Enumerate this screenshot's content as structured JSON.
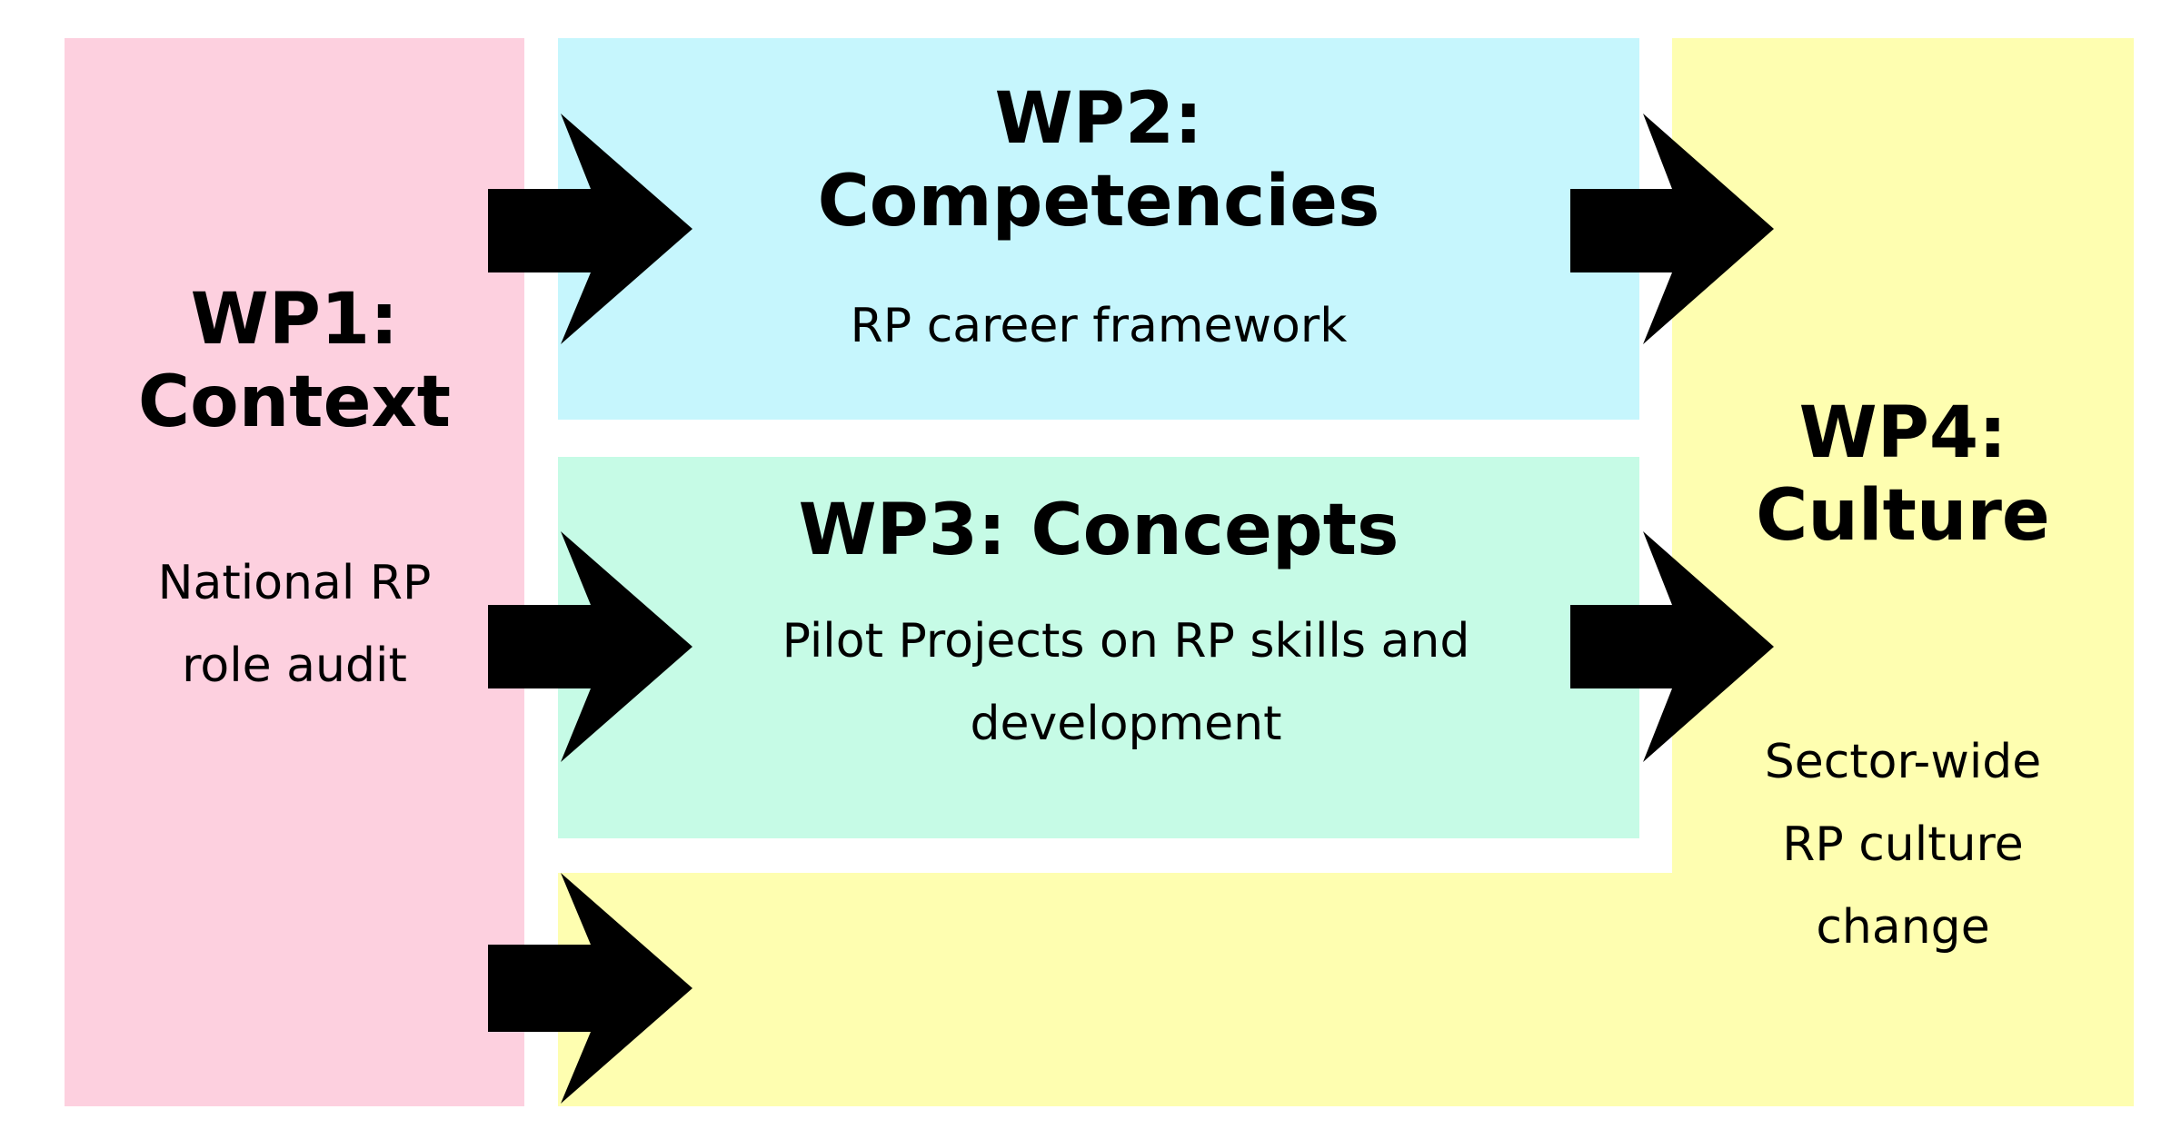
{
  "colors": {
    "wp1": "#fdd0df",
    "wp2": "#c6f6fd",
    "wp3": "#c6fbe6",
    "wp4": "#fefeb0",
    "arrow": "#000000"
  },
  "wp1": {
    "title_line1": "WP1:",
    "title_line2": "Context",
    "desc_line1": "National RP",
    "desc_line2": "role audit"
  },
  "wp2": {
    "title_line1": "WP2:",
    "title_line2": "Competencies",
    "desc": "RP career framework"
  },
  "wp3": {
    "title": "WP3: Concepts",
    "desc_line1": "Pilot Projects on RP skills and",
    "desc_line2": "development"
  },
  "wp4": {
    "title_line1": "WP4:",
    "title_line2": "Culture",
    "desc_line1": "Sector-wide",
    "desc_line2": "RP culture",
    "desc_line3": "change"
  }
}
